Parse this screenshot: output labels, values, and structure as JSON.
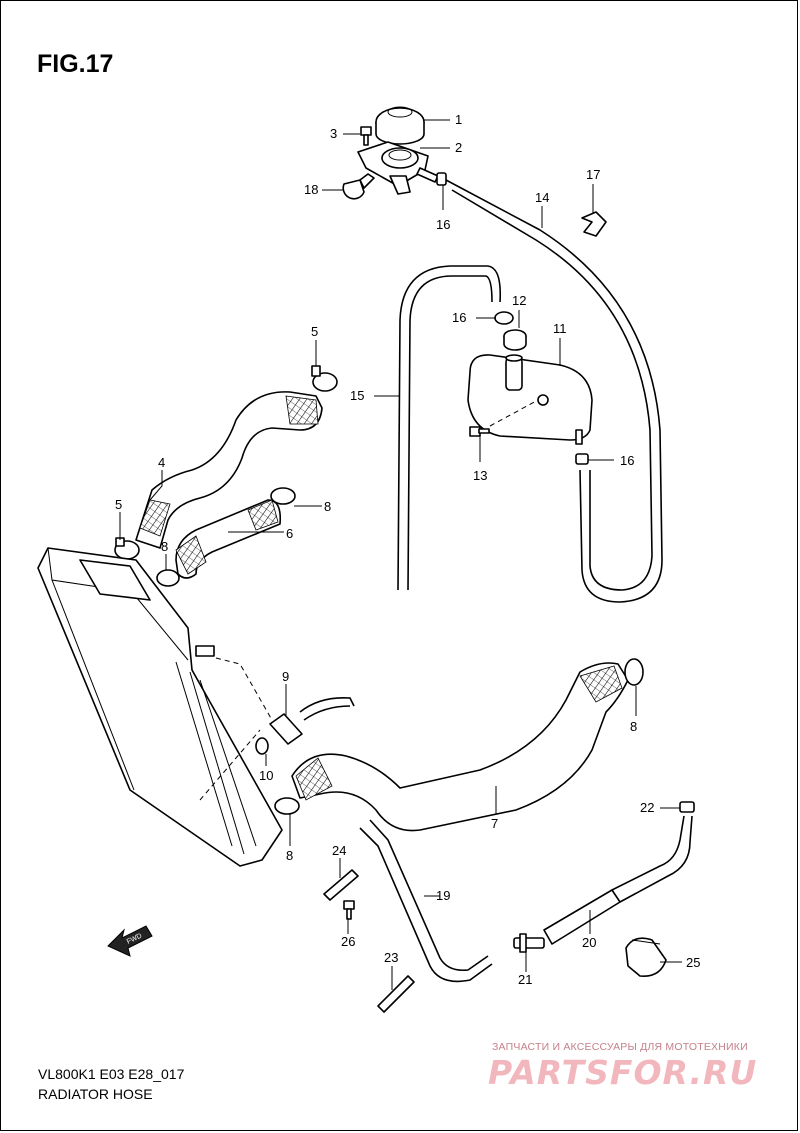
{
  "figure": {
    "title": "FIG.17",
    "code": "VL800K1 E03 E28_017",
    "caption": "RADIATOR HOSE"
  },
  "callouts": [
    "1",
    "2",
    "3",
    "18",
    "16",
    "14",
    "17",
    "12",
    "16",
    "11",
    "5",
    "15",
    "4",
    "16",
    "13",
    "5",
    "8",
    "6",
    "8",
    "9",
    "8",
    "10",
    "7",
    "8",
    "22",
    "24",
    "19",
    "26",
    "20",
    "25",
    "23",
    "21"
  ],
  "direction_tag": "FWD",
  "watermark": {
    "tagline": "ЗАПЧАСТИ И АКСЕССУАРЫ ДЛЯ МОТОТЕХНИКИ",
    "brand": "PARTSFOR.RU"
  }
}
